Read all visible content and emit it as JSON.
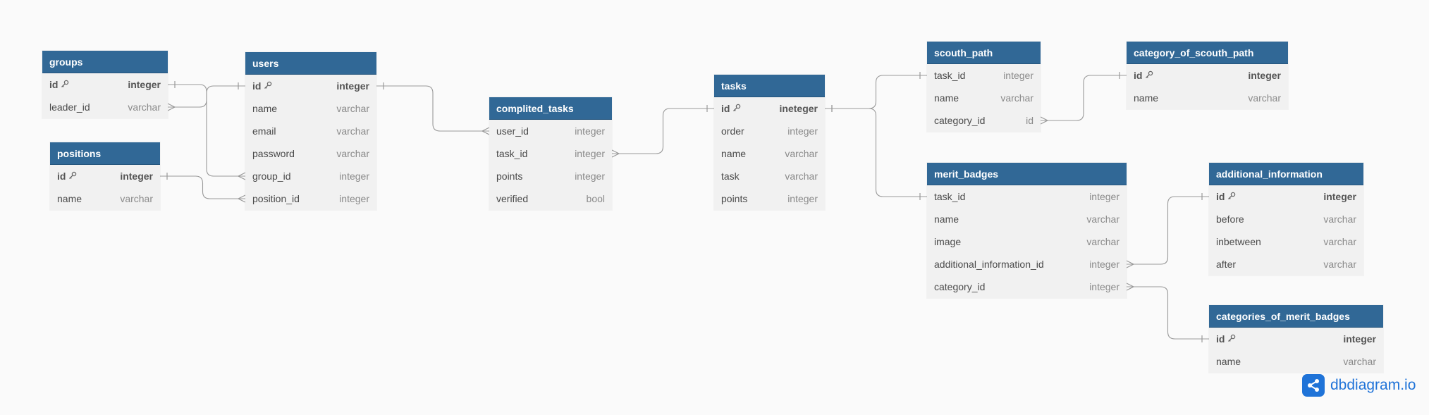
{
  "brand": {
    "name": "dbdiagram.io",
    "icon": "share-nodes-icon",
    "color": "#1f73d8"
  },
  "colors": {
    "header": "#316896",
    "body": "#f1f1f1",
    "connector": "#999999"
  },
  "tables": {
    "groups": {
      "title": "groups",
      "fields": [
        {
          "name": "id",
          "type": "integer",
          "pk": true
        },
        {
          "name": "leader_id",
          "type": "varchar"
        }
      ]
    },
    "positions": {
      "title": "positions",
      "fields": [
        {
          "name": "id",
          "type": "integer",
          "pk": true
        },
        {
          "name": "name",
          "type": "varchar"
        }
      ]
    },
    "users": {
      "title": "users",
      "fields": [
        {
          "name": "id",
          "type": "integer",
          "pk": true
        },
        {
          "name": "name",
          "type": "varchar"
        },
        {
          "name": "email",
          "type": "varchar"
        },
        {
          "name": "password",
          "type": "varchar"
        },
        {
          "name": "group_id",
          "type": "integer"
        },
        {
          "name": "position_id",
          "type": "integer"
        }
      ]
    },
    "complited_tasks": {
      "title": "complited_tasks",
      "fields": [
        {
          "name": "user_id",
          "type": "integer"
        },
        {
          "name": "task_id",
          "type": "integer"
        },
        {
          "name": "points",
          "type": "integer"
        },
        {
          "name": "verified",
          "type": "bool"
        }
      ]
    },
    "tasks": {
      "title": "tasks",
      "fields": [
        {
          "name": "id",
          "type": "ineteger",
          "pk": true
        },
        {
          "name": "order",
          "type": "integer"
        },
        {
          "name": "name",
          "type": "varchar"
        },
        {
          "name": "task",
          "type": "varchar"
        },
        {
          "name": "points",
          "type": "integer"
        }
      ]
    },
    "scouth_path": {
      "title": "scouth_path",
      "fields": [
        {
          "name": "task_id",
          "type": "integer"
        },
        {
          "name": "name",
          "type": "varchar"
        },
        {
          "name": "category_id",
          "type": "id"
        }
      ]
    },
    "category_of_scouth_path": {
      "title": "category_of_scouth_path",
      "fields": [
        {
          "name": "id",
          "type": "integer",
          "pk": true
        },
        {
          "name": "name",
          "type": "varchar"
        }
      ]
    },
    "merit_badges": {
      "title": "merit_badges",
      "fields": [
        {
          "name": "task_id",
          "type": "integer"
        },
        {
          "name": "name",
          "type": "varchar"
        },
        {
          "name": "image",
          "type": "varchar"
        },
        {
          "name": "additional_information_id",
          "type": "integer"
        },
        {
          "name": "category_id",
          "type": "integer"
        }
      ]
    },
    "additional_information": {
      "title": "additional_information",
      "fields": [
        {
          "name": "id",
          "type": "integer",
          "pk": true
        },
        {
          "name": "before",
          "type": "varchar"
        },
        {
          "name": "inbetween",
          "type": "varchar"
        },
        {
          "name": "after",
          "type": "varchar"
        }
      ]
    },
    "categories_of_merit_badges": {
      "title": "categories_of_merit_badges",
      "fields": [
        {
          "name": "id",
          "type": "integer",
          "pk": true
        },
        {
          "name": "name",
          "type": "varchar"
        }
      ]
    }
  },
  "relations": [
    {
      "from": "groups.id",
      "from_card": "one",
      "to": "users.group_id",
      "to_card": "many"
    },
    {
      "from": "groups.leader_id",
      "from_card": "many",
      "to": "users.id",
      "to_card": "one"
    },
    {
      "from": "positions.id",
      "from_card": "one",
      "to": "users.position_id",
      "to_card": "many"
    },
    {
      "from": "users.id",
      "from_card": "one",
      "to": "complited_tasks.user_id",
      "to_card": "many"
    },
    {
      "from": "complited_tasks.task_id",
      "from_card": "many",
      "to": "tasks.id",
      "to_card": "one"
    },
    {
      "from": "tasks.id",
      "from_card": "one",
      "to": "scouth_path.task_id",
      "to_card": "one"
    },
    {
      "from": "tasks.id",
      "from_card": "one",
      "to": "merit_badges.task_id",
      "to_card": "one"
    },
    {
      "from": "scouth_path.category_id",
      "from_card": "many",
      "to": "category_of_scouth_path.id",
      "to_card": "one"
    },
    {
      "from": "merit_badges.additional_information_id",
      "from_card": "many",
      "to": "additional_information.id",
      "to_card": "one"
    },
    {
      "from": "merit_badges.category_id",
      "from_card": "many",
      "to": "categories_of_merit_badges.id",
      "to_card": "one"
    }
  ]
}
